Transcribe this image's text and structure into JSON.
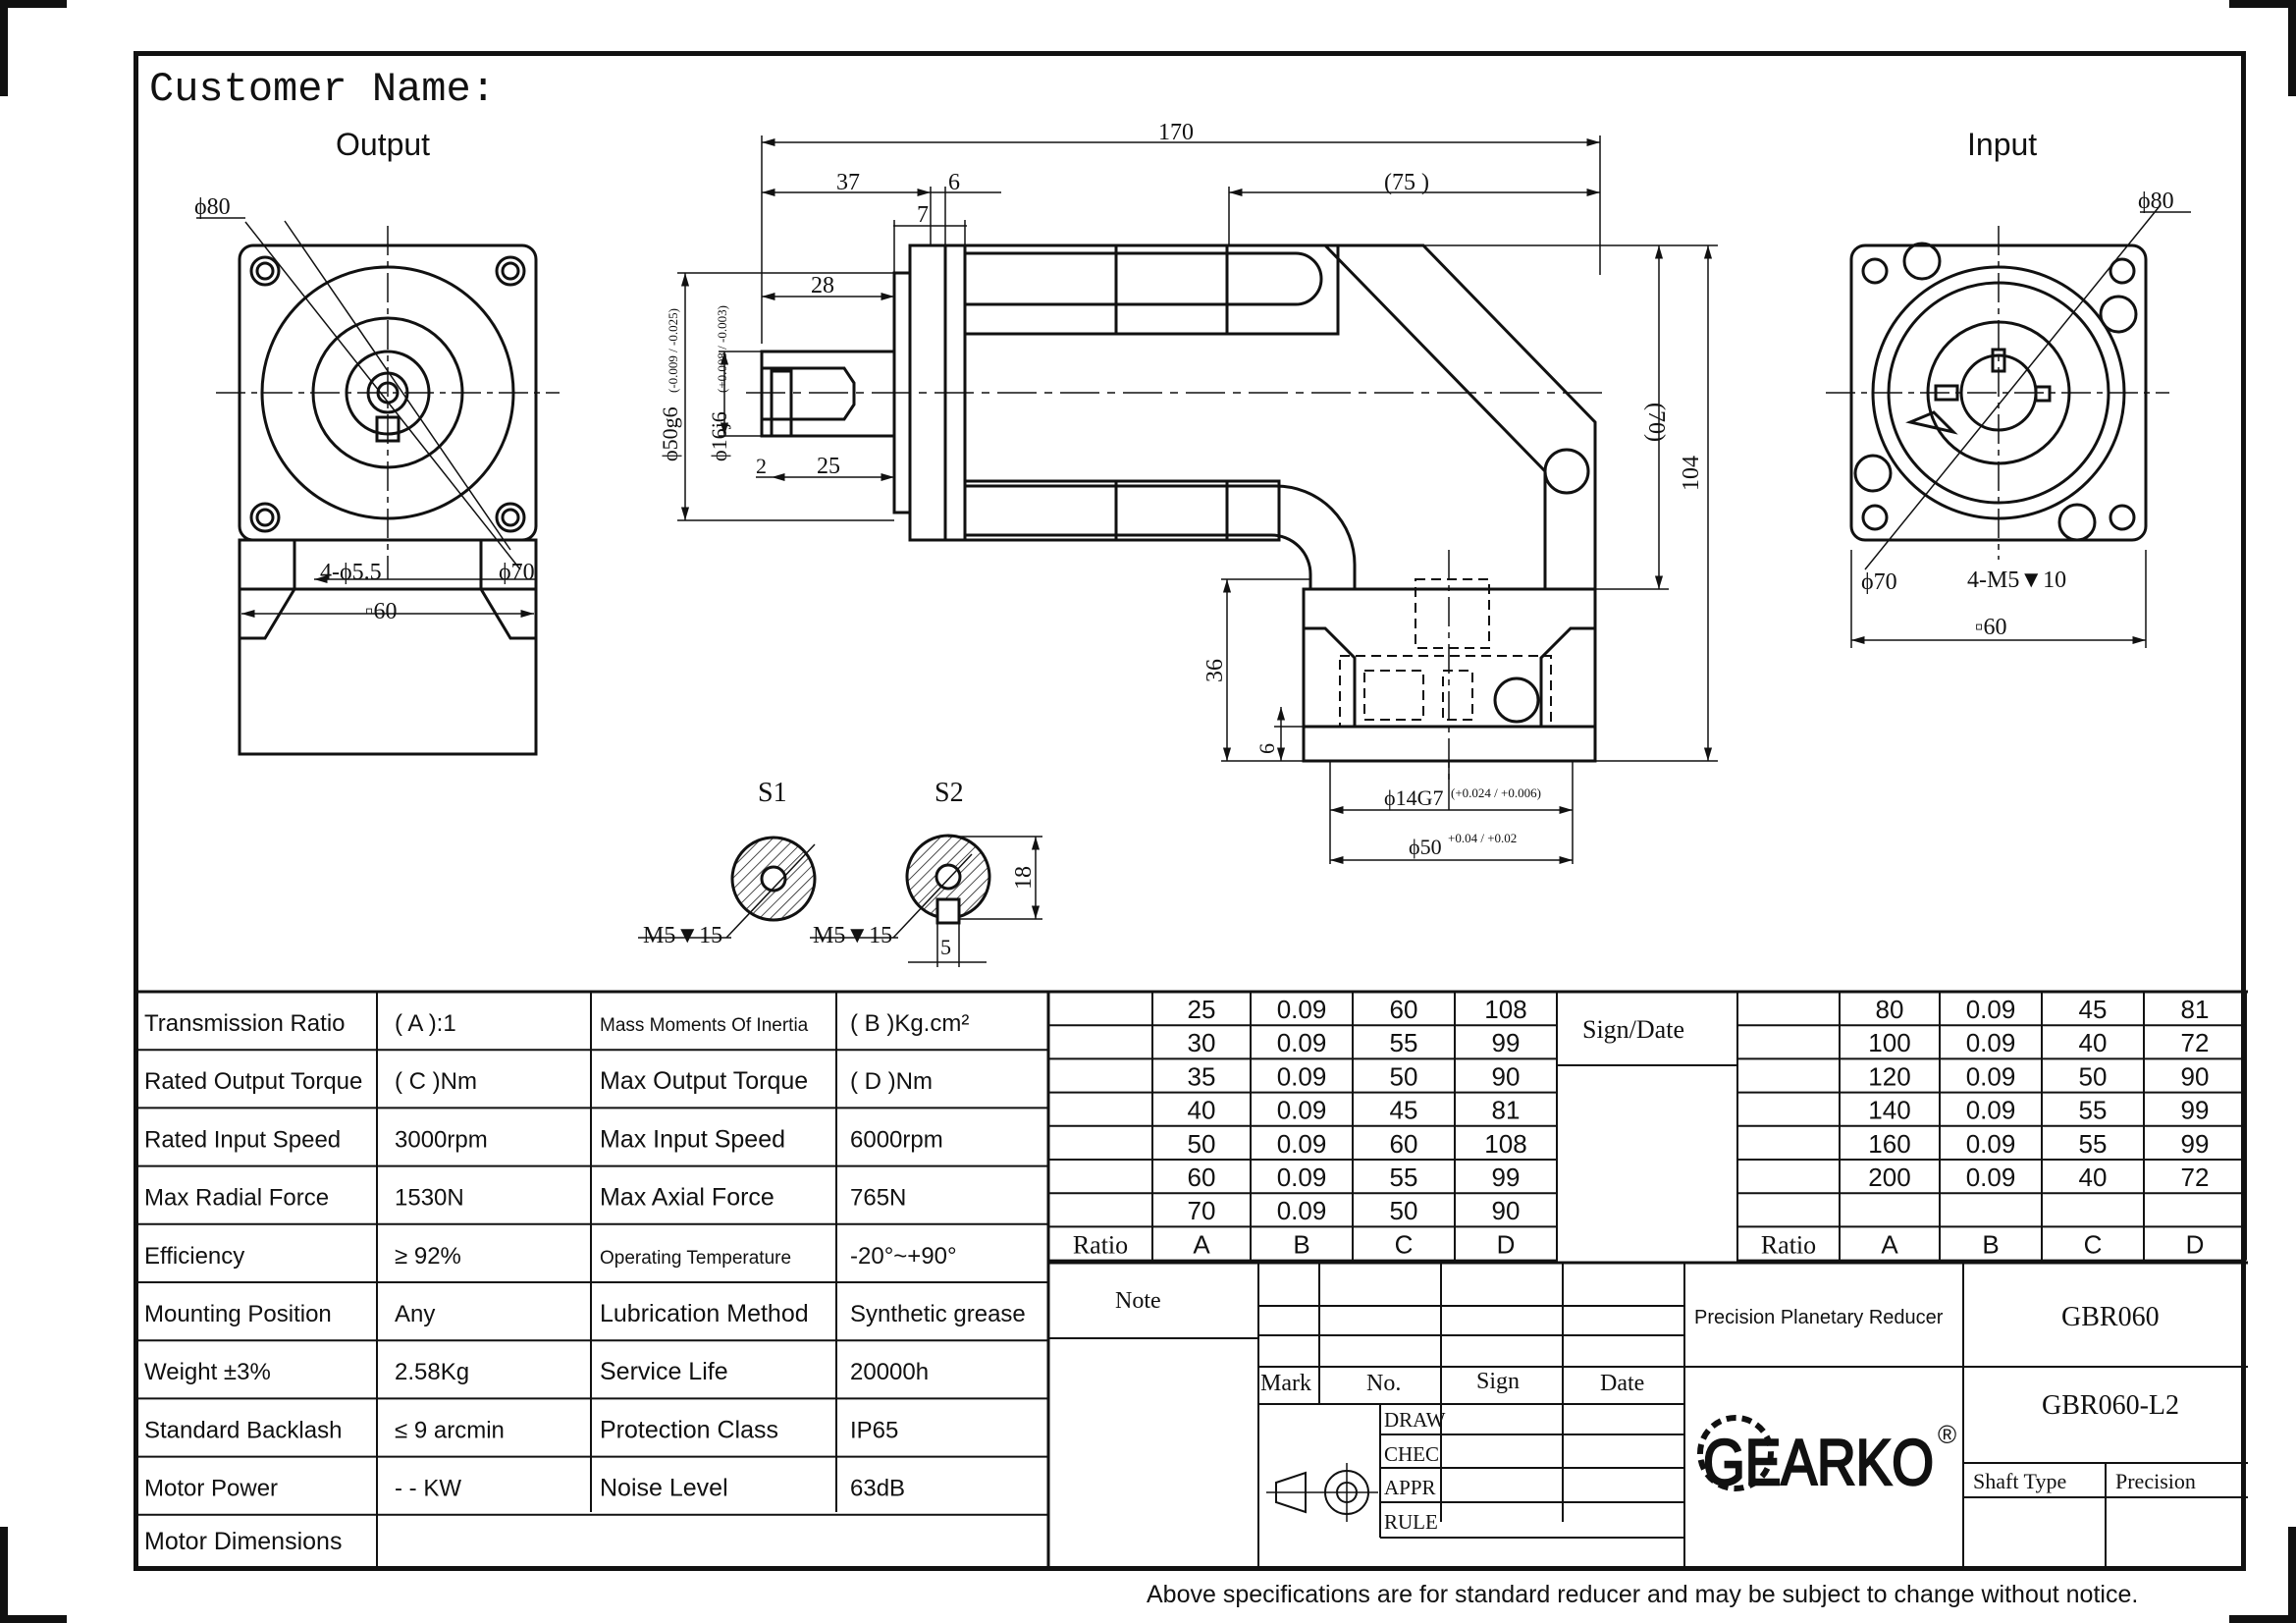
{
  "header": {
    "customer_label": "Customer Name:",
    "output_label": "Output",
    "input_label": "Input"
  },
  "output_view": {
    "d80": "ϕ80",
    "holes": "4-ϕ5.5",
    "d70": "ϕ70",
    "sq60": "▫60"
  },
  "input_view": {
    "d80": "ϕ80",
    "d70": "ϕ70",
    "holes": "4-M5▼10",
    "sq60": "▫60"
  },
  "side_view": {
    "dim_170": "170",
    "dim_37": "37",
    "dim_6": "6",
    "dim_7": "7",
    "dim_75": "(75 )",
    "dim_28": "28",
    "dim_2": "2",
    "dim_25": "25",
    "dim_70": "(70)",
    "dim_104": "104",
    "dim_36": "36",
    "dim_6b": "6",
    "d50g6": "ϕ50g6",
    "d50g6_tol": "(-0.009 / -0.025)",
    "d16j6": "ϕ16j6",
    "d16j6_tol": "(+0.008 / -0.003)",
    "d14g7": "ϕ14G7",
    "d14g7_tol": "(+0.024 / +0.006)",
    "d50": "ϕ50",
    "d50_tol": "+0.04 / +0.02"
  },
  "shafts": {
    "s1": "S1",
    "s2": "S2",
    "s1_thread": "M5▼15",
    "s2_thread": "M5▼15",
    "s2_h": "18",
    "s2_w": "5"
  },
  "specs": [
    {
      "l1": "Transmission Ratio",
      "v1": "(   A   ):1",
      "l2": "Mass Moments Of Inertia",
      "v2": "(   B   )Kg.cm²"
    },
    {
      "l1": "Rated Output Torque",
      "v1": "(   C   )Nm",
      "l2": "Max Output Torque",
      "v2": "(   D   )Nm"
    },
    {
      "l1": "Rated Input Speed",
      "v1": "3000rpm",
      "l2": "Max Input Speed",
      "v2": "6000rpm"
    },
    {
      "l1": "Max Radial Force",
      "v1": "1530N",
      "l2": "Max Axial  Force",
      "v2": "765N"
    },
    {
      "l1": "Efficiency",
      "v1": "≥ 92%",
      "l2": "Operating Temperature",
      "v2": "-20°~+90°"
    },
    {
      "l1": "Mounting Position",
      "v1": "Any",
      "l2": "Lubrication Method",
      "v2": "Synthetic grease"
    },
    {
      "l1": "Weight ±3%",
      "v1": "2.58Kg",
      "l2": "Service Life",
      "v2": "20000h"
    },
    {
      "l1": "Standard Backlash",
      "v1": "≤ 9 arcmin",
      "l2": "Protection Class",
      "v2": "IP65"
    },
    {
      "l1": "Motor Power",
      "v1": "- - KW",
      "l2": "Noise Level",
      "v2": "63dB"
    }
  ],
  "motor_dimensions_label": "Motor Dimensions",
  "ratio_table_1": {
    "header": [
      "Ratio",
      "A",
      "B",
      "C",
      "D"
    ],
    "rows": [
      [
        "25",
        "0.09",
        "60",
        "108"
      ],
      [
        "30",
        "0.09",
        "55",
        "99"
      ],
      [
        "35",
        "0.09",
        "50",
        "90"
      ],
      [
        "40",
        "0.09",
        "45",
        "81"
      ],
      [
        "50",
        "0.09",
        "60",
        "108"
      ],
      [
        "60",
        "0.09",
        "55",
        "99"
      ],
      [
        "70",
        "0.09",
        "50",
        "90"
      ]
    ]
  },
  "ratio_table_2": {
    "header": [
      "Ratio",
      "A",
      "B",
      "C",
      "D"
    ],
    "rows": [
      [
        "80",
        "0.09",
        "45",
        "81"
      ],
      [
        "100",
        "0.09",
        "40",
        "72"
      ],
      [
        "120",
        "0.09",
        "50",
        "90"
      ],
      [
        "140",
        "0.09",
        "55",
        "99"
      ],
      [
        "160",
        "0.09",
        "55",
        "99"
      ],
      [
        "200",
        "0.09",
        "40",
        "72"
      ],
      [
        "",
        "",
        "",
        ""
      ]
    ]
  },
  "sign_date_label": "Sign/Date",
  "title_block": {
    "note": "Note",
    "mark": "Mark",
    "no": "No.",
    "sign": "Sign",
    "date": "Date",
    "draw": "DRAW",
    "chec": "CHEC",
    "appr": "APPR",
    "rule": "RULE",
    "product": "Precision Planetary Reducer",
    "model": "GBR060",
    "model_full": "GBR060-L2",
    "shaft_type": "Shaft Type",
    "precision": "Precision",
    "logo": "GEARKO",
    "reg": "®"
  },
  "footer_note": "Above specifications are for standard reducer and may be subject to change without notice."
}
